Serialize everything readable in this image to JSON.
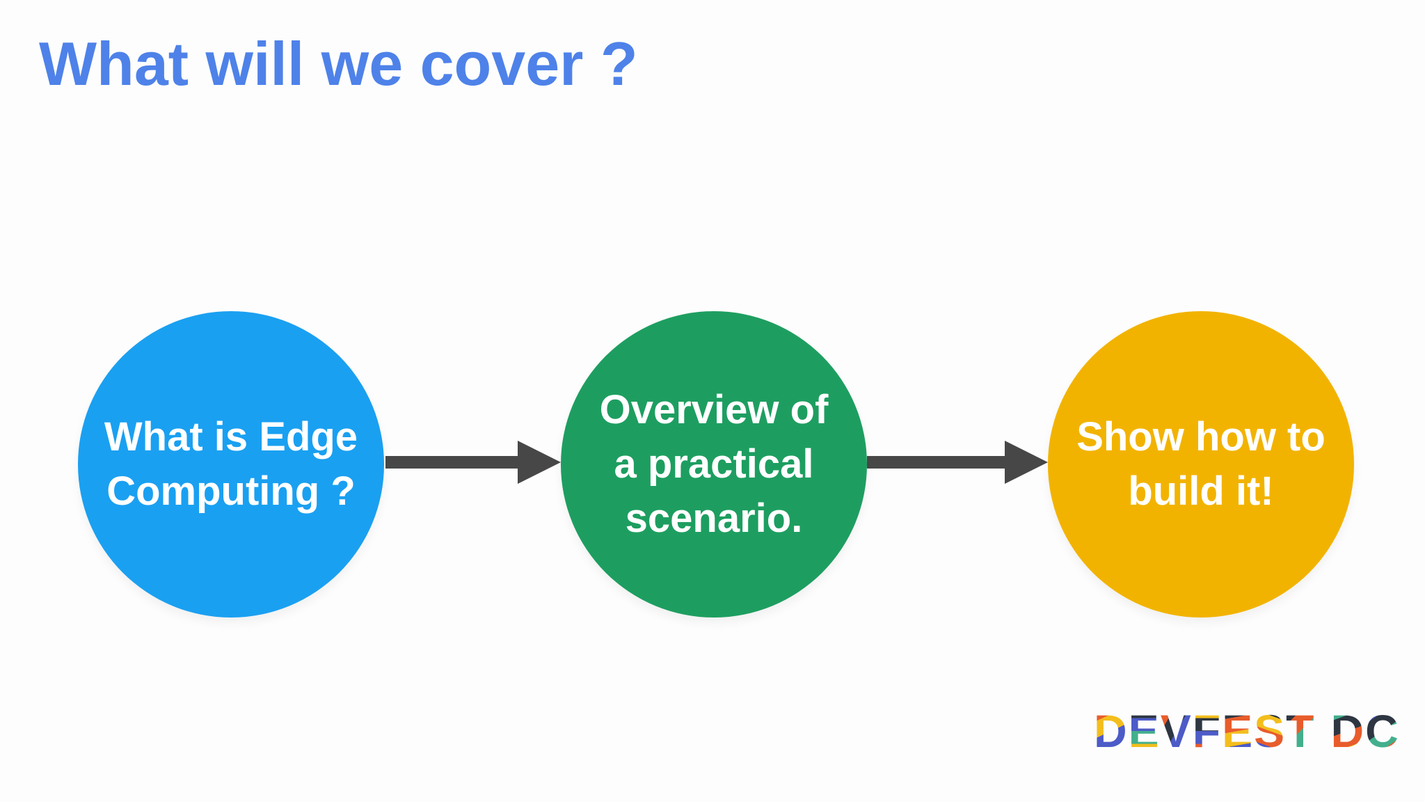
{
  "header": {
    "title": "What will we cover ?",
    "title_color": "#4E82E9"
  },
  "steps": [
    {
      "name": "what-is-edge-computing",
      "color": "#1AA0F1",
      "lines": [
        "What is Edge",
        "Computing ?"
      ]
    },
    {
      "name": "overview-practical-scenario",
      "color": "#1D9E60",
      "lines": [
        "Overview of",
        "a practical",
        "scenario."
      ]
    },
    {
      "name": "show-how-to-build",
      "color": "#F2B300",
      "lines": [
        "Show how to",
        "build it!"
      ]
    }
  ],
  "diagram": {
    "arrow_color": "#474747",
    "circle_text_color": "#FFFFFF",
    "background_color": "#FDFDFD"
  },
  "logo": {
    "text": "DEVFEST DC",
    "palette": {
      "dark": "#2E3642",
      "blue": "#4C5BC7",
      "yellow": "#F3BE1D",
      "orange": "#E85C2B",
      "teal": "#43AF8C"
    },
    "letter_patterns": [
      {
        "angle": 155,
        "colors": [
          "#E85C2B",
          "#F3BE1D",
          "#4C5BC7",
          "#43AF8C"
        ]
      },
      {
        "angle": 180,
        "colors": [
          "#2E3642",
          "#4C5BC7",
          "#43AF8C",
          "#F3BE1D"
        ]
      },
      {
        "angle": 120,
        "colors": [
          "#E85C2B",
          "#2E3642",
          "#4C5BC7",
          "#F3BE1D"
        ]
      },
      {
        "angle": 180,
        "colors": [
          "#F3BE1D",
          "#2E3642",
          "#4C5BC7",
          "#E85C2B"
        ]
      },
      {
        "angle": 170,
        "colors": [
          "#2E3642",
          "#E85C2B",
          "#F3BE1D",
          "#4C5BC7"
        ]
      },
      {
        "angle": 200,
        "colors": [
          "#2E3642",
          "#F3BE1D",
          "#E85C2B",
          "#4C5BC7"
        ]
      },
      {
        "angle": 135,
        "colors": [
          "#2E3642",
          "#E85C2B",
          "#43AF8C",
          "#4C5BC7"
        ]
      },
      null,
      {
        "angle": 160,
        "colors": [
          "#43AF8C",
          "#2E3642",
          "#E85C2B",
          "#F3BE1D"
        ]
      },
      {
        "angle": 145,
        "colors": [
          "#4C5BC7",
          "#2E3642",
          "#43AF8C",
          "#E85C2B"
        ]
      }
    ]
  }
}
